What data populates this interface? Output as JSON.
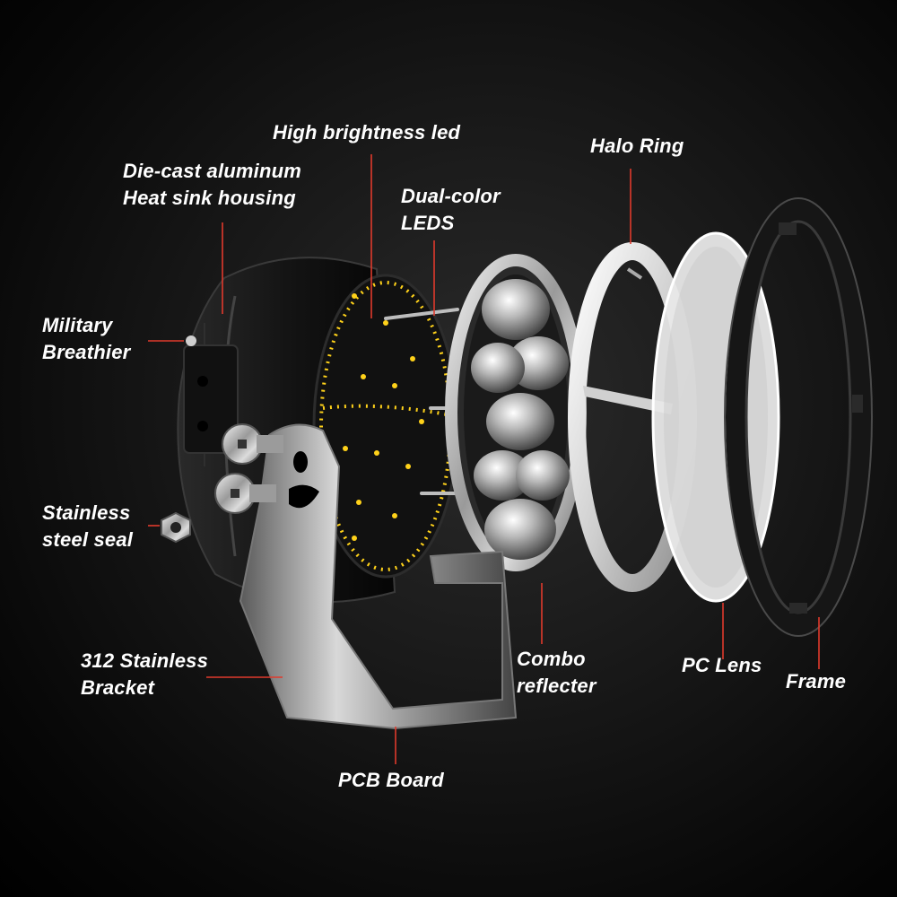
{
  "labels": {
    "high_brightness_led": "High brightness led",
    "heat_sink": {
      "line1": "Die-cast aluminum",
      "line2": "Heat sink housing"
    },
    "dual_color": {
      "line1": "Dual-color",
      "line2": "LEDS"
    },
    "halo_ring": "Halo Ring",
    "breather": {
      "line1": "Military",
      "line2": "Breathier"
    },
    "steel_seal": {
      "line1": "Stainless",
      "line2": "steel seal"
    },
    "bracket": {
      "line1": "312 Stainless",
      "line2": "Bracket"
    },
    "reflector": {
      "line1": "Combo",
      "line2": "reflecter"
    },
    "pc_lens": "PC Lens",
    "frame": "Frame",
    "pcb_board": "PCB Board"
  },
  "colors": {
    "leader_line": "#e03a2c",
    "led_yellow": "#ffd21a",
    "label_text": "#ffffff"
  }
}
